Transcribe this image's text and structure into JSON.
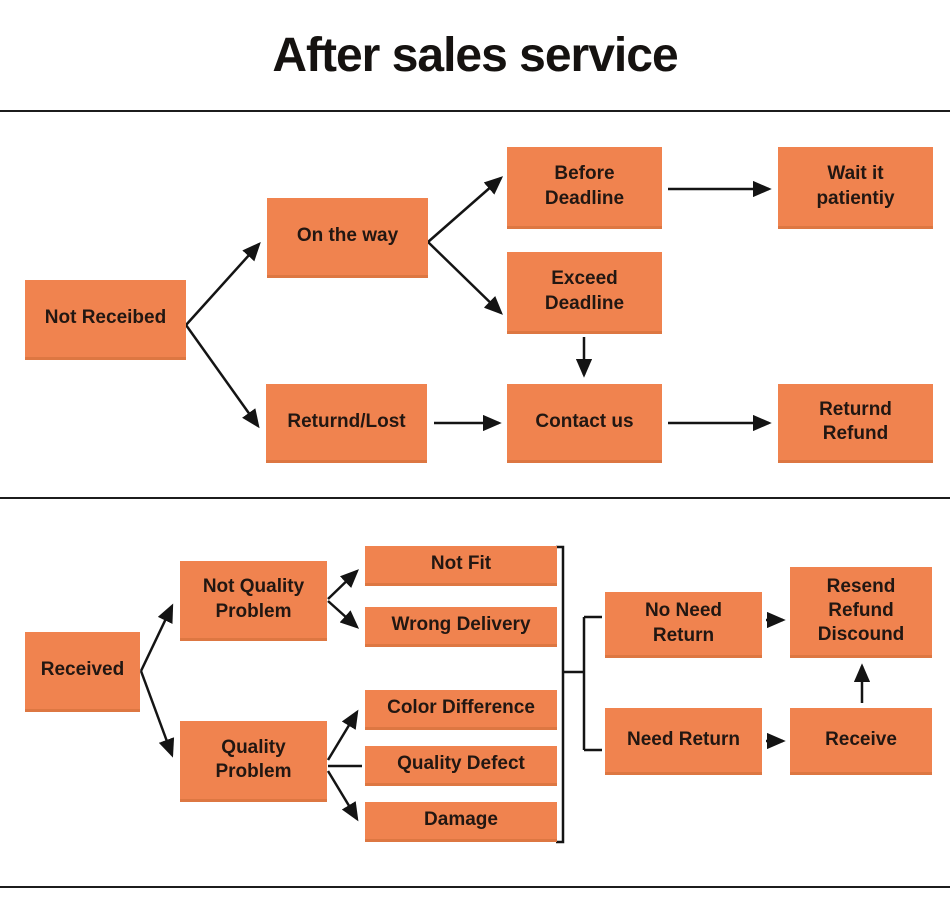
{
  "title": "After sales service",
  "colors": {
    "box_fill": "#F0834F",
    "box_edge": "#DD7742",
    "box_text": "#221712",
    "line": "#141414",
    "background": "#FFFFFF"
  },
  "nodes": {
    "not_received": {
      "label": "Not Receibed"
    },
    "on_the_way": {
      "label": "On the way"
    },
    "before_deadline": {
      "label": "Before\nDeadline"
    },
    "wait_it_patiently": {
      "label": "Wait it\npatientiy"
    },
    "exceed_deadline": {
      "label": "Exceed\nDeadline"
    },
    "returned_lost": {
      "label": "Returnd/Lost"
    },
    "contact_us": {
      "label": "Contact us"
    },
    "returned_refund": {
      "label": "Returnd\nRefund"
    },
    "received": {
      "label": "Received"
    },
    "not_quality_problem": {
      "label": "Not Quality\nProblem"
    },
    "quality_problem": {
      "label": "Quality\nProblem"
    },
    "not_fit": {
      "label": "Not Fit"
    },
    "wrong_delivery": {
      "label": "Wrong Delivery"
    },
    "color_difference": {
      "label": "Color Difference"
    },
    "quality_defect": {
      "label": "Quality Defect"
    },
    "damage": {
      "label": "Damage"
    },
    "no_need_return": {
      "label": "No Need\nReturn"
    },
    "need_return": {
      "label": "Need Return"
    },
    "resend_refund_discound": {
      "label": "Resend\nRefund\nDiscound"
    },
    "receive": {
      "label": "Receive"
    }
  },
  "edges": [
    "Not Receibed -> On the way",
    "Not Receibed -> Returnd/Lost",
    "On the way -> Before Deadline",
    "On the way -> Exceed Deadline",
    "Before Deadline -> Wait it patientiy",
    "Exceed Deadline -> Contact us",
    "Returnd/Lost -> Contact us",
    "Contact us -> Returnd Refund",
    "Received -> Not Quality Problem",
    "Received -> Quality Problem",
    "Not Quality Problem -> Not Fit",
    "Not Quality Problem -> Wrong Delivery",
    "Quality Problem -> Color Difference",
    "Quality Problem -> Quality Defect",
    "Quality Problem -> Damage",
    "bracket(Not Fit..Damage) -> No Need Return",
    "bracket(Not Fit..Damage) -> Need Return",
    "No Need Return -> Resend Refund Discound",
    "Need Return -> Receive",
    "Receive -> Resend Refund Discound"
  ]
}
